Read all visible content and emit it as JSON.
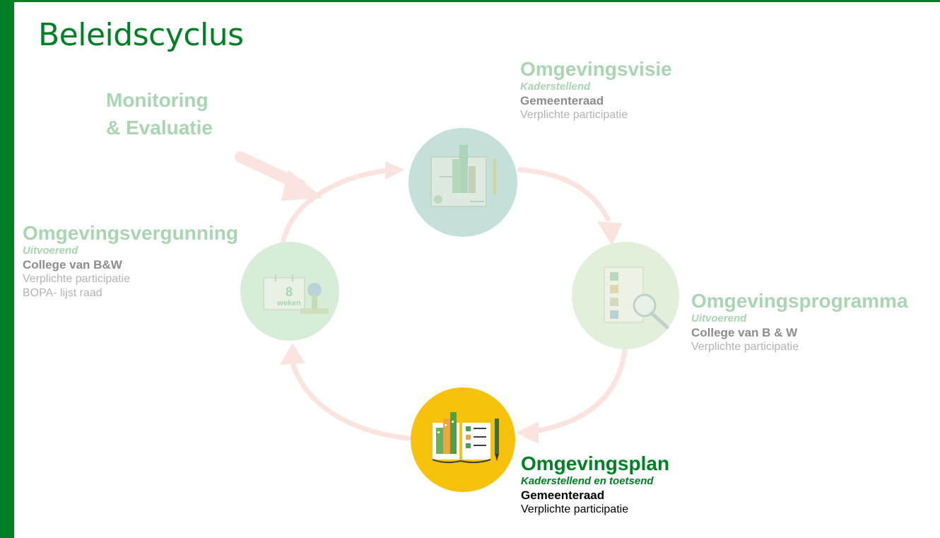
{
  "page": {
    "title": "Beleidscyclus"
  },
  "monitoring": {
    "line1": "Monitoring",
    "line2": "& Evaluatie"
  },
  "visie": {
    "heading": "Omgevingsvisie",
    "role": "Kaderstellend",
    "body": "Gemeenteraad",
    "sub": "Verplichte participatie"
  },
  "programma": {
    "heading": "Omgevingsprogramma",
    "role": "Uitvoerend",
    "body": "College van B & W",
    "sub": "Verplichte participatie"
  },
  "plan": {
    "heading": "Omgevingsplan",
    "role": "Kaderstellend en toetsend",
    "body": "Gemeenteraad",
    "sub": "Verplichte participatie"
  },
  "vergunning": {
    "heading": "Omgevingsvergunning",
    "role": "Uitvoerend",
    "body": "College van B&W",
    "sub1": "Verplichte participatie",
    "sub2": "BOPA- lijst raad",
    "icon_number": "8",
    "icon_word": "weken"
  },
  "colors": {
    "brand_green": "#008025",
    "faded_green": "#a9d5b2",
    "active_yellow": "#f7c20b",
    "arrow_pink": "#fbe4df",
    "circle_visie": "#c4e0d8",
    "circle_programma": "#e2f0db",
    "circle_vergunning": "#d8edd8"
  },
  "icons": [
    "document-blueprint-icon",
    "checklist-magnifier-icon",
    "open-book-city-icon",
    "calendar-stamp-icon"
  ]
}
